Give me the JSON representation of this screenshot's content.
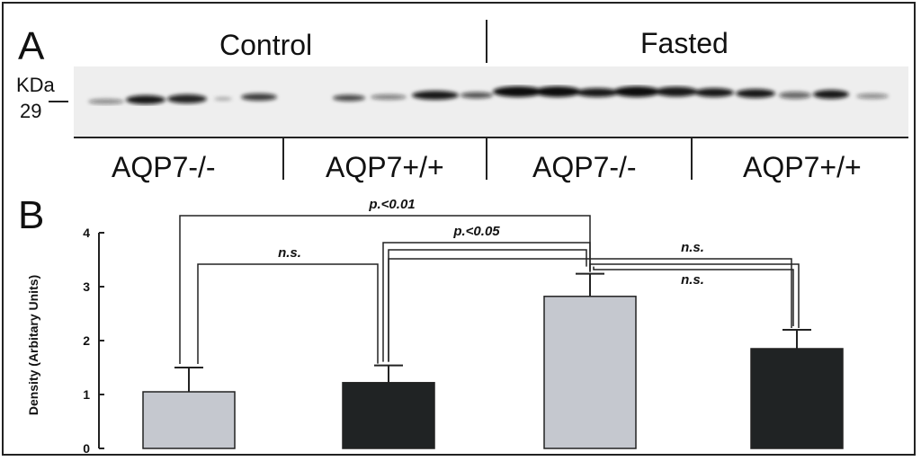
{
  "panel_a": {
    "letter": "A",
    "groups": [
      "Control",
      "Fasted"
    ],
    "kda_unit": "KDa",
    "kda_value": "29",
    "lane_labels": [
      "AQP7-/-",
      "AQP7+/+",
      "AQP7-/-",
      "AQP7+/+"
    ]
  },
  "panel_b": {
    "letter": "B"
  },
  "colors": {
    "light_bar": "#c5c8cf",
    "dark_bar": "#202324",
    "line": "#222222"
  },
  "chart_data": {
    "type": "bar",
    "categories": [
      "Control AQP7-/-",
      "Control AQP7+/+",
      "Fasted AQP7-/-",
      "Fasted AQP7+/+"
    ],
    "values": [
      1.05,
      1.22,
      2.82,
      1.85
    ],
    "errors": [
      0.45,
      0.32,
      0.42,
      0.35
    ],
    "bar_colors": [
      "#c5c8cf",
      "#202324",
      "#c5c8cf",
      "#202324"
    ],
    "ylabel": "Density (Arbitary Units)",
    "ylim": [
      0,
      4
    ],
    "yticks": [
      "0",
      "1",
      "2",
      "3",
      "4"
    ],
    "significance": [
      {
        "from": 0,
        "to": 2,
        "label": "p.<0.01"
      },
      {
        "from": 1,
        "to": 2,
        "label": "p.<0.05"
      },
      {
        "from": 0,
        "to": 1,
        "label": "n.s."
      },
      {
        "from": 1,
        "to": 3,
        "label": "n.s."
      },
      {
        "from": 2,
        "to": 3,
        "label": "n.s."
      }
    ]
  }
}
